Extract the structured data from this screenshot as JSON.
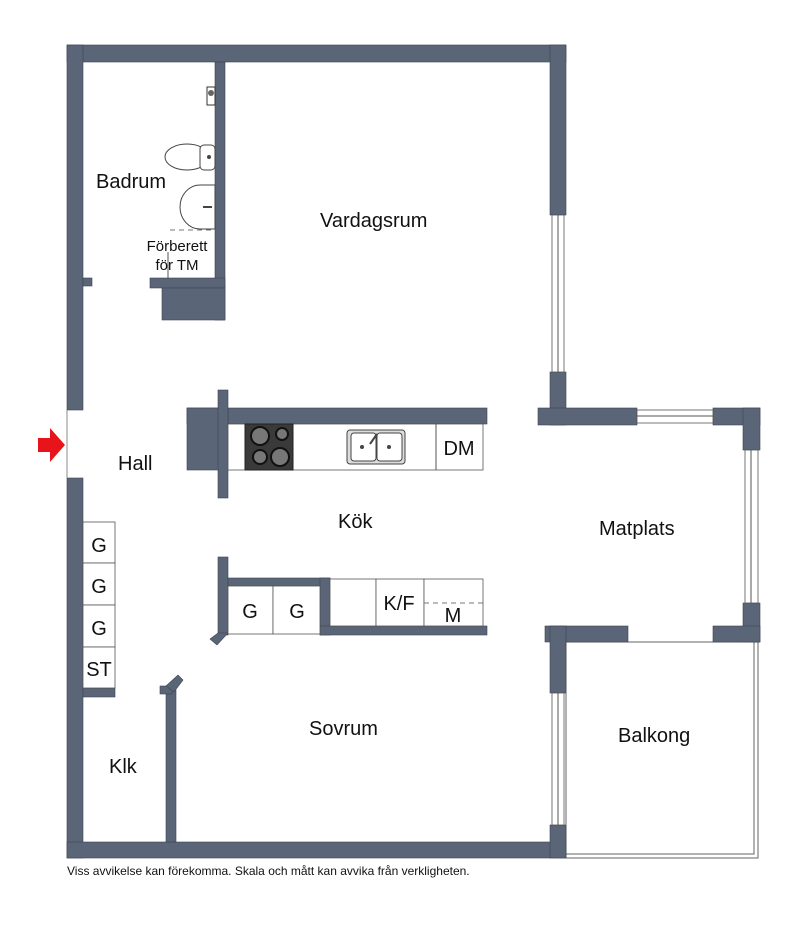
{
  "rooms": {
    "badrum": "Badrum",
    "vardagsrum": "Vardagsrum",
    "hall": "Hall",
    "kok": "Kök",
    "matplats": "Matplats",
    "sovrum": "Sovrum",
    "balkong": "Balkong",
    "klk": "Klk"
  },
  "fixtures": {
    "tm_line1": "Förberett",
    "tm_line2": "för TM",
    "dishwasher": "DM",
    "fridge_freezer": "K/F",
    "microwave": "M",
    "kitchen_cabinet_1": "G",
    "kitchen_cabinet_2": "G",
    "hall_wardrobes": [
      "G",
      "G",
      "G",
      "ST"
    ]
  },
  "colors": {
    "wall": "#5a6577",
    "entrance_arrow": "#e8141c"
  },
  "disclaimer": "Viss avvikelse kan förekomma. Skala och mått kan avvika från verkligheten."
}
